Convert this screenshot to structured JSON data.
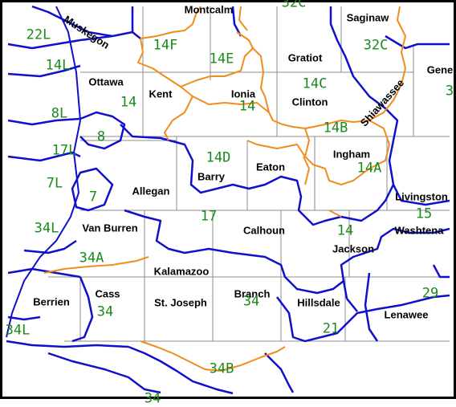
{
  "colors": {
    "background": "#ffffff",
    "border": "#000000",
    "county_line": "#8c8c8c",
    "zone_blue": "#1010cc",
    "zone_orange": "#f08c1e",
    "zone_label": "#1a8a1a",
    "county_label": "#000000"
  },
  "map": {
    "county_labels": [
      "Montcalm",
      "Saginaw",
      "Muskegon",
      "Gratiot",
      "Gene",
      "Ottawa",
      "Kent",
      "Ionia",
      "Clinton",
      "Shiawassee",
      "Ingham",
      "Eaton",
      "Barry",
      "Allegan",
      "Livingston",
      "Washtena",
      "Calhoun",
      "Jackson",
      "Van Burren",
      "Kalamazoo",
      "Cass",
      "Branch",
      "St. Joseph",
      "Hillsdale",
      "Lenawee",
      "Berrien"
    ],
    "zone_labels": [
      "22L",
      "14L",
      "14F",
      "14E",
      "32C",
      "14",
      "14C",
      "14",
      "8L",
      "8",
      "14B",
      "17L",
      "14D",
      "14A",
      "7L",
      "7",
      "17",
      "15",
      "34L",
      "14",
      "34A",
      "29",
      "34",
      "34",
      "21",
      "34L",
      "34B",
      "34",
      "3",
      "32C"
    ]
  }
}
